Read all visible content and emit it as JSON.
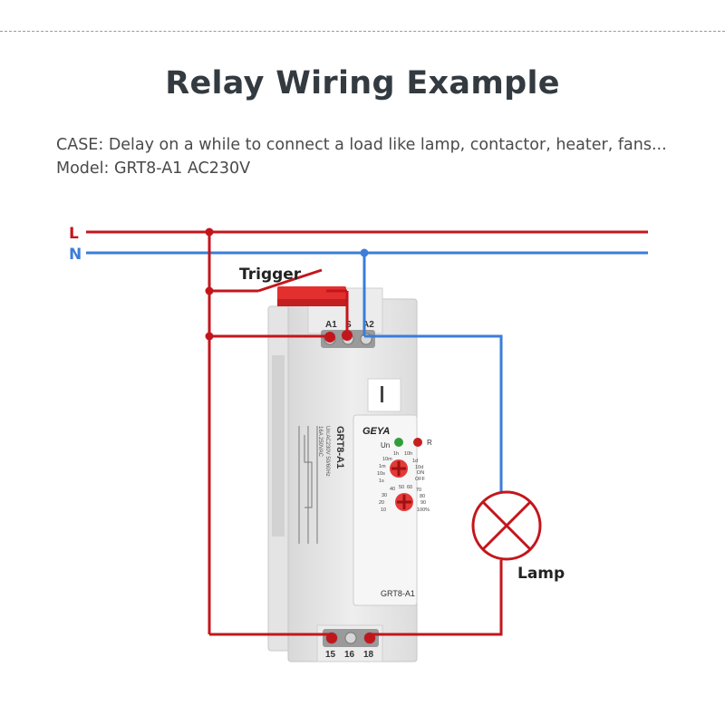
{
  "title": "Relay Wiring  Example",
  "case_text": "CASE: Delay on a while to connect a load like lamp, contactor, heater, fans...",
  "model_text": "Model: GRT8-A1 AC230V",
  "lines": {
    "live": "L",
    "neutral": "N"
  },
  "labels": {
    "trigger": "Trigger",
    "lamp": "Lamp"
  },
  "colors": {
    "live": "#c3161c",
    "neutral": "#3b7dd8",
    "text": "#333a40",
    "dial": "#e23a3a"
  },
  "relay": {
    "brand": "GEYA",
    "model": "GRT8-A1",
    "side_model": "GRT8-A1",
    "indicators": {
      "power": "Un",
      "relay": "R"
    },
    "top_terminals": [
      "A1",
      "S",
      "A2"
    ],
    "bottom_terminals": [
      "15",
      "16",
      "18"
    ],
    "time_range_dial": [
      "1h",
      "10h",
      "10m",
      "1d",
      "1m",
      "10d",
      "10s",
      "ON",
      "1s",
      "OFF"
    ],
    "percent_dial": [
      "40",
      "50",
      "60",
      "70",
      "30",
      "80",
      "20",
      "90",
      "10",
      "100%"
    ]
  }
}
